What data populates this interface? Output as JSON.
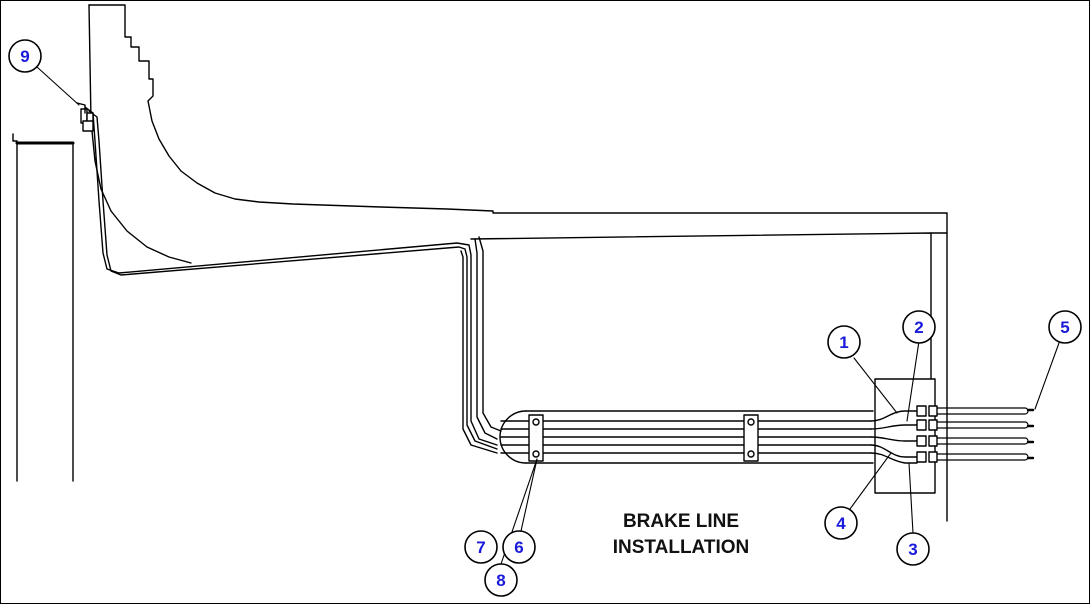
{
  "caption": {
    "line1": "BRAKE LINE",
    "line2": "INSTALLATION"
  },
  "callouts": [
    "1",
    "2",
    "3",
    "4",
    "5",
    "6",
    "7",
    "8",
    "9"
  ],
  "colors": {
    "callout_text": "#1a1adb",
    "line": "#000000",
    "background": "#ffffff"
  }
}
